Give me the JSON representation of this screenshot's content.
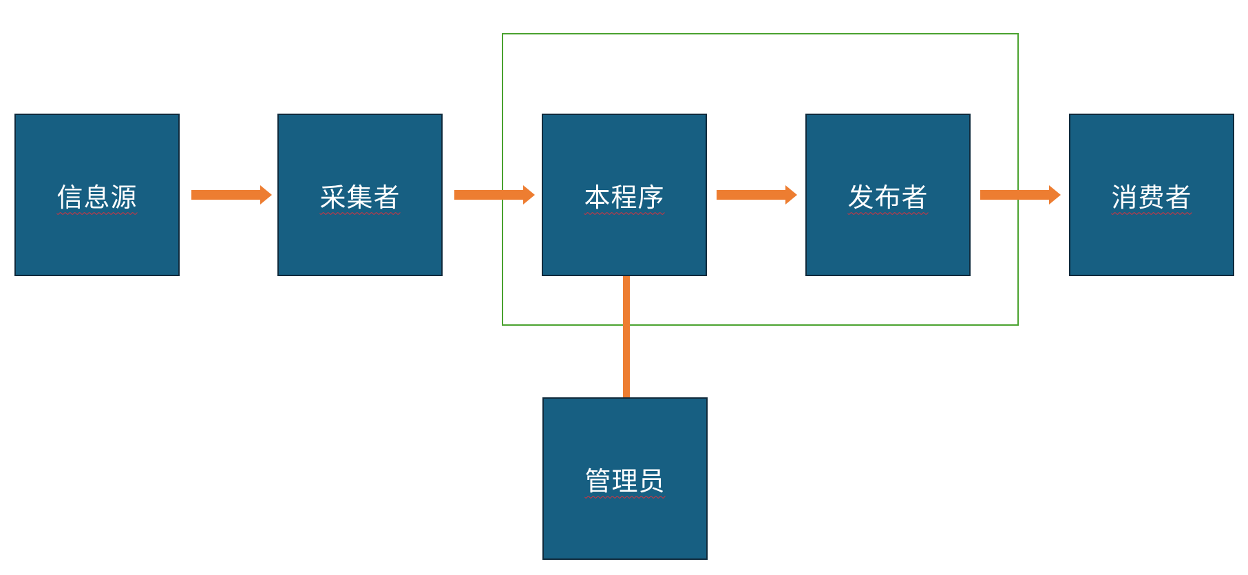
{
  "diagram": {
    "nodes": [
      {
        "id": "source",
        "label": "信息源"
      },
      {
        "id": "collector",
        "label": "采集者"
      },
      {
        "id": "program",
        "label": "本程序"
      },
      {
        "id": "publisher",
        "label": "发布者"
      },
      {
        "id": "consumer",
        "label": "消费者"
      },
      {
        "id": "admin",
        "label": "管理员"
      }
    ],
    "edges": [
      {
        "from": "source",
        "to": "collector",
        "type": "arrow"
      },
      {
        "from": "collector",
        "to": "program",
        "type": "arrow"
      },
      {
        "from": "program",
        "to": "publisher",
        "type": "arrow"
      },
      {
        "from": "publisher",
        "to": "consumer",
        "type": "arrow"
      },
      {
        "from": "program",
        "to": "admin",
        "type": "line"
      }
    ],
    "group": {
      "members": [
        "program",
        "publisher"
      ]
    }
  },
  "colors": {
    "node_fill": "#175f82",
    "node_border": "#0f2a3c",
    "connector": "#ed7d31",
    "group_border": "#4aa22f",
    "spellcheck_underline": "#e0303a"
  }
}
